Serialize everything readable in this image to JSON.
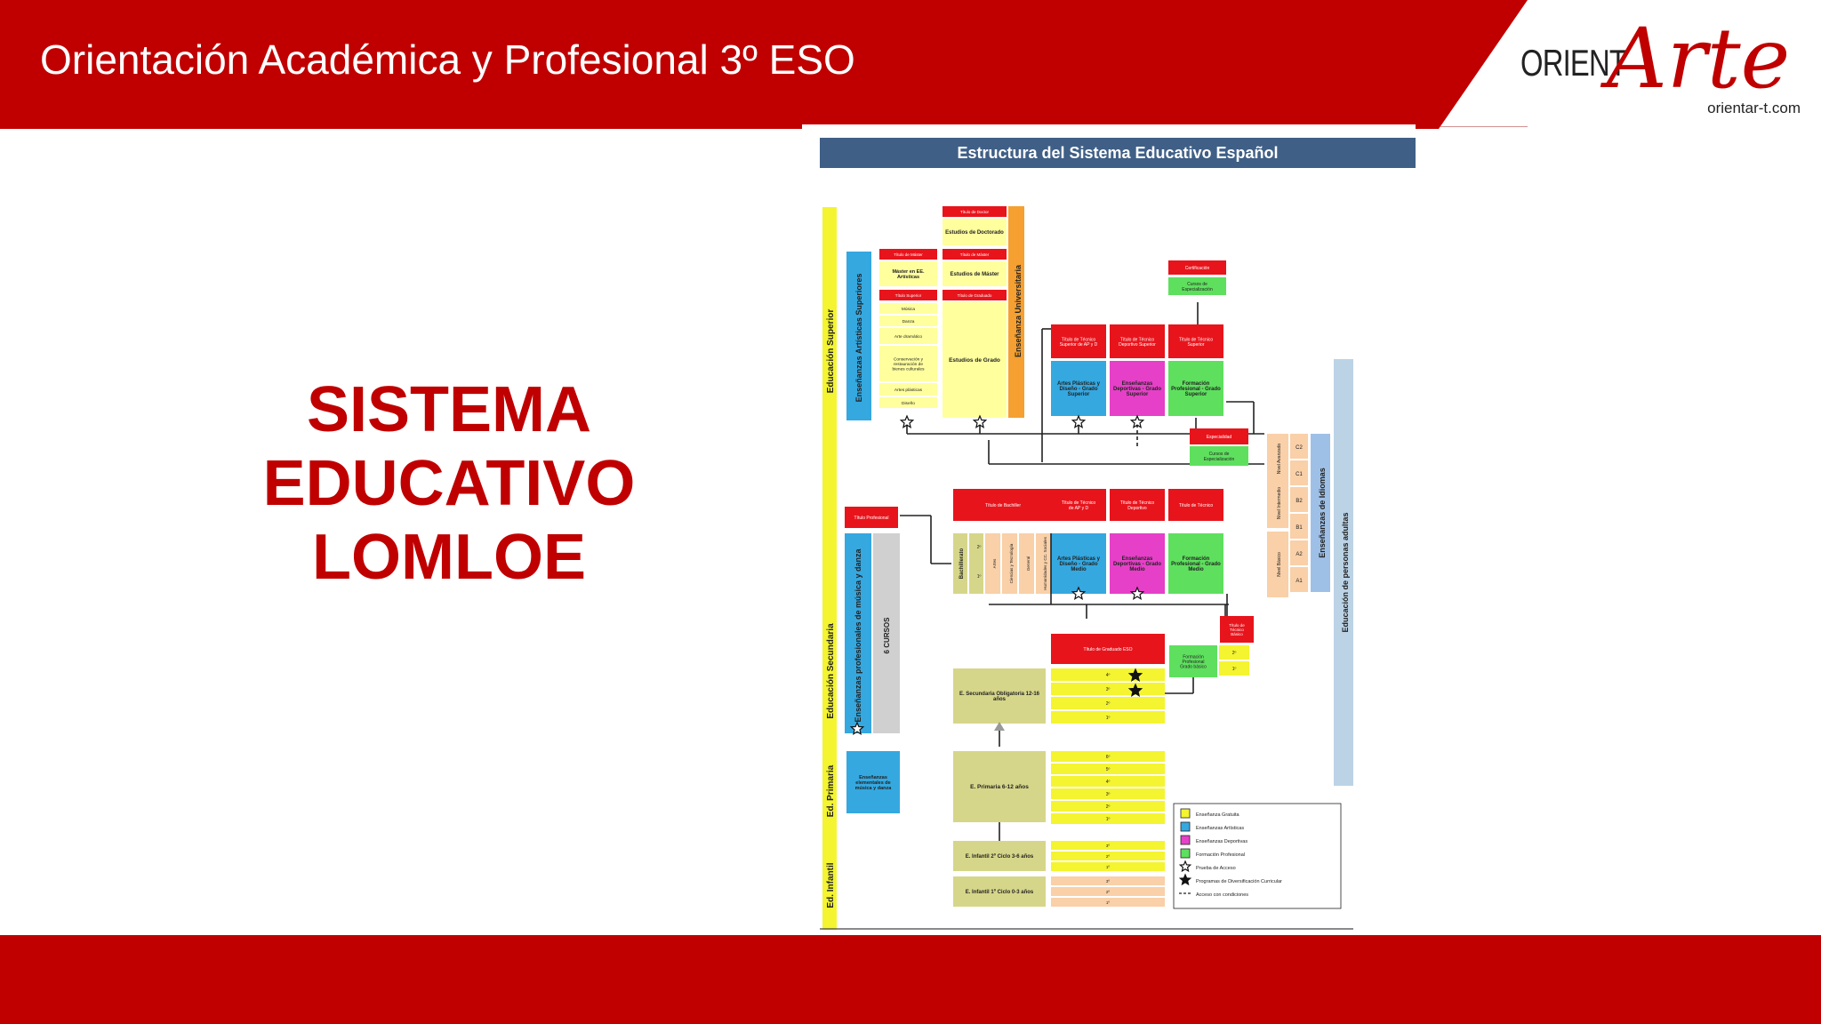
{
  "header": {
    "title": "Orientación Académica y Profesional 3º ESO",
    "logo_orient": "ORIENT",
    "logo_arte": "Arte",
    "logo_url": "orientar-t.com"
  },
  "main": {
    "heading_lines": [
      "SISTEMA",
      "EDUCATIVO",
      "LOMLOE"
    ]
  },
  "diagram": {
    "title": "Estructura del Sistema Educativo Español",
    "stage_labels": {
      "superior": "Educación Superior",
      "secundaria": "Educación Secundaria",
      "primaria": "Ed. Primaria",
      "infantil": "Ed. Infantil"
    },
    "superior": {
      "artisticas_superiores": "Enseñanzas Artísticas Superiores",
      "universitaria": "Enseñanza Universitaria",
      "titulo_doctor": "Título de Doctor",
      "estudios_doctorado": "Estudios de Doctorado",
      "titulo_master_artes": "Título de Máster",
      "master_artisticas": "Máster en EE. Artísticas",
      "titulo_master": "Título de Máster",
      "estudios_master": "Estudios de Máster",
      "titulo_superior": "Título Superior",
      "titulo_graduado": "Título de Graduado",
      "artes_items": [
        "Música",
        "Danza",
        "Arte dramático",
        "Conservación y restauración de bienes culturales",
        "Artes plásticas",
        "Diseño"
      ],
      "estudios_grado": "Estudios de Grado",
      "certificacion": "Certificación",
      "cursos_especializacion": "Cursos de Especialización",
      "titulo_tecnico_sup_app": "Título de Técnico Superior de AP y D",
      "titulo_tecnico_dep_sup": "Título de Técnico Deportivo Superior",
      "titulo_tecnico_sup": "Título de Técnico Superior",
      "artes_plasticas_sup": "Artes Plásticas y Diseño - Grado Superior",
      "deportivas_sup": "Enseñanzas Deportivas - Grado Superior",
      "fp_sup": "Formación Profesional - Grado Superior"
    },
    "secundaria": {
      "titulo_profesional": "Título Profesional",
      "profesionales_musica": "Enseñanzas profesionales de música y danza",
      "seis_cursos": "6 CURSOS",
      "titulo_bachiller": "Título de Bachiller",
      "titulo_tecnico_app": "Título de Técnico de AP y D",
      "titulo_tecnico_deportivo": "Título de Técnico Deportivo",
      "titulo_tecnico": "Título de Técnico",
      "especialidad": "Especialidad",
      "cursos_especializacion": "Cursos de Especialización",
      "bachillerato": "Bachillerato",
      "bach_courses": [
        "2º",
        "1º"
      ],
      "bach_modalidades": [
        "Artes",
        "Ciencias y Tecnología",
        "General",
        "Humanidades y CC. Sociales"
      ],
      "artes_plasticas_medio": "Artes Plásticas y Diseño - Grado Medio",
      "deportivas_medio": "Enseñanzas Deportivas - Grado Medio",
      "fp_medio": "Formación Profesional - Grado Medio",
      "titulo_graduado_eso": "Título de Graduado ESO",
      "titulo_tecnico_basico": "Título de Técnico Básico",
      "fp_basico": "Formación Profesional Grado básico",
      "fp_basico_courses": [
        "2º",
        "1º"
      ],
      "eso": "E. Secundaria Obligatoria 12-16 años",
      "eso_courses": [
        "4º",
        "3º",
        "2º",
        "1º"
      ]
    },
    "primaria": {
      "elementales": "Enseñanzas elementales de música y danza",
      "primaria": "E. Primaria 6-12 años",
      "courses": [
        "6º",
        "5º",
        "4º",
        "3º",
        "2º",
        "1º"
      ]
    },
    "infantil": {
      "segundo_ciclo": "E. Infantil 2º Ciclo 3-6 años",
      "segundo_courses": [
        "3º",
        "2º",
        "1º"
      ],
      "primer_ciclo": "E. Infantil 1º Ciclo 0-3 años",
      "primer_courses": [
        "3º",
        "2º",
        "1º"
      ]
    },
    "idiomas": {
      "label": "Enseñanzas de Idiomas",
      "niveles": [
        "Nivel Avanzado",
        "Nivel Intermedio",
        "Nivel Básico"
      ],
      "cefr": [
        "C2",
        "C1",
        "B2",
        "B1",
        "A2",
        "A1"
      ]
    },
    "adultos": "Educación de personas adultas",
    "legend": [
      {
        "label": "Enseñanza Gratuita",
        "color": "#f4f430"
      },
      {
        "label": "Enseñanzas Artísticas",
        "color": "#35a8e0"
      },
      {
        "label": "Enseñanzas Deportivas",
        "color": "#e640c8"
      },
      {
        "label": "Formación Profesional",
        "color": "#5ee05e"
      },
      {
        "label": "Prueba de Acceso",
        "symbol": "star-outline"
      },
      {
        "label": "Programas de Diversificación Curricular",
        "symbol": "star-filled"
      },
      {
        "label": "Acceso con condiciones",
        "symbol": "dashed-arrow"
      }
    ],
    "colors": {
      "title_bar": "#3f5f86",
      "red_box": "#e8141c",
      "yellow": "#f4f430",
      "yellow_light": "#ffff9e",
      "blue": "#35a8e0",
      "magenta": "#e640c8",
      "green": "#5ee05e",
      "orange": "#f5a030",
      "khaki": "#d6d68a",
      "peach": "#f9d0a8",
      "grey": "#d0d0d0",
      "light_blue": "#bcd3e6"
    }
  }
}
